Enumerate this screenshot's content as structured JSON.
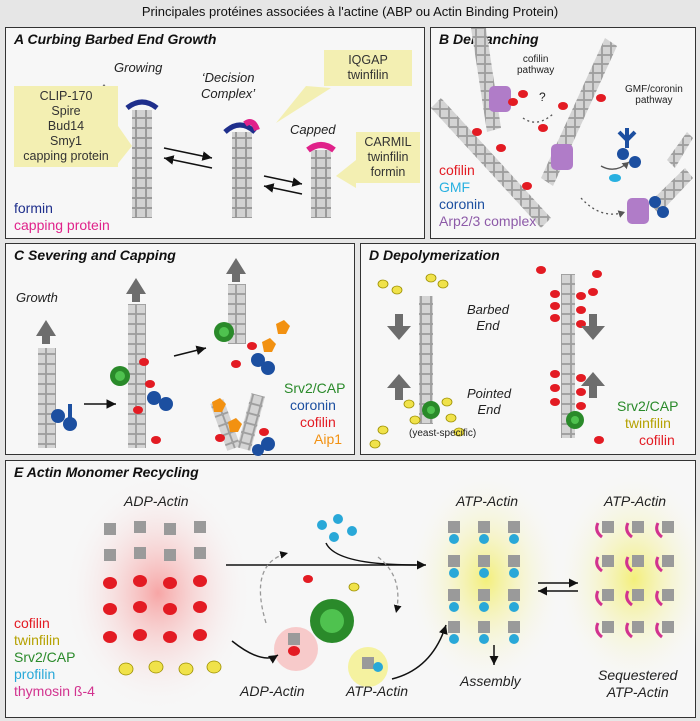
{
  "title": "Principales protéines associées à l'actine (ABP ou Actin Binding Protein)",
  "colors": {
    "cofilin": "#e31b23",
    "twinfilin": "#b5a100",
    "srv2": "#2a8a2a",
    "profilin": "#29a8d8",
    "thymosin": "#d2338f",
    "formin": "#1f2f8c",
    "capping": "#e0228a",
    "gmf": "#28b0e0",
    "coronin": "#1c4fa0",
    "arp23": "#8d5aa8",
    "aip1": "#f29111"
  },
  "panelA": {
    "title": "A   Curbing Barbed End Growth",
    "growing": "Growing",
    "decision": "‘Decision\nComplex’",
    "capped": "Capped",
    "callout_left": "CLIP-170\nSpire\nBud14\nSmy1\ncapping protein",
    "callout_top": "IQGAP\ntwinfilin",
    "callout_right": "CARMIL\ntwinfilin\nformin",
    "legend": [
      "formin",
      "capping protein"
    ]
  },
  "panelB": {
    "title": "B   Debranching",
    "cofilin_pathway": "cofilin\npathway",
    "q": "?",
    "gmf_pathway": "GMF/coronin\npathway",
    "legend": [
      "cofilin",
      "GMF",
      "coronin",
      "Arp2/3 complex"
    ]
  },
  "panelC": {
    "title": "C   Severing and Capping",
    "growth": "Growth",
    "legend": [
      "Srv2/CAP",
      "coronin",
      "cofilin",
      "Aip1"
    ]
  },
  "panelD": {
    "title": "D   Depolymerization",
    "barbed": "Barbed\nEnd",
    "pointed": "Pointed\nEnd",
    "yeast": "(yeast-specific)",
    "legend": [
      "Srv2/CAP",
      "twinfilin",
      "cofilin"
    ]
  },
  "panelE": {
    "title": "E   Actin Monomer Recycling",
    "adp_actin_top": "ADP-Actin",
    "atp_actin_mid": "ATP-Actin",
    "atp_actin_right": "ATP-Actin",
    "adp_actin_bottom": "ADP-Actin",
    "atp_actin_bottom": "ATP-Actin",
    "assembly": "Assembly",
    "sequestered": "Sequestered\nATP-Actin",
    "legend": [
      "cofilin",
      "twinfilin",
      "Srv2/CAP",
      "profilin",
      "thymosin ß-4"
    ]
  }
}
